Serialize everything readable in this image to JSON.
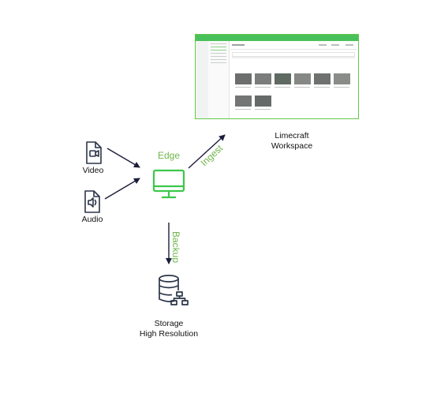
{
  "nodes": {
    "video": {
      "label": "Video"
    },
    "audio": {
      "label": "Audio"
    },
    "edge": {
      "label": "Edge"
    },
    "workspace": {
      "label_line1": "Limecraft",
      "label_line2": "Workspace"
    },
    "storage": {
      "label_line1": "Storage",
      "label_line2": "High Resolution"
    }
  },
  "edges": {
    "ingest": {
      "label": "Ingest"
    },
    "backup": {
      "label": "Backup"
    }
  },
  "colors": {
    "accent_green": "#6fb44a",
    "icon_dark": "#2b3548",
    "arrow": "#1c1c3a",
    "edge_icon": "#3cc84a"
  }
}
